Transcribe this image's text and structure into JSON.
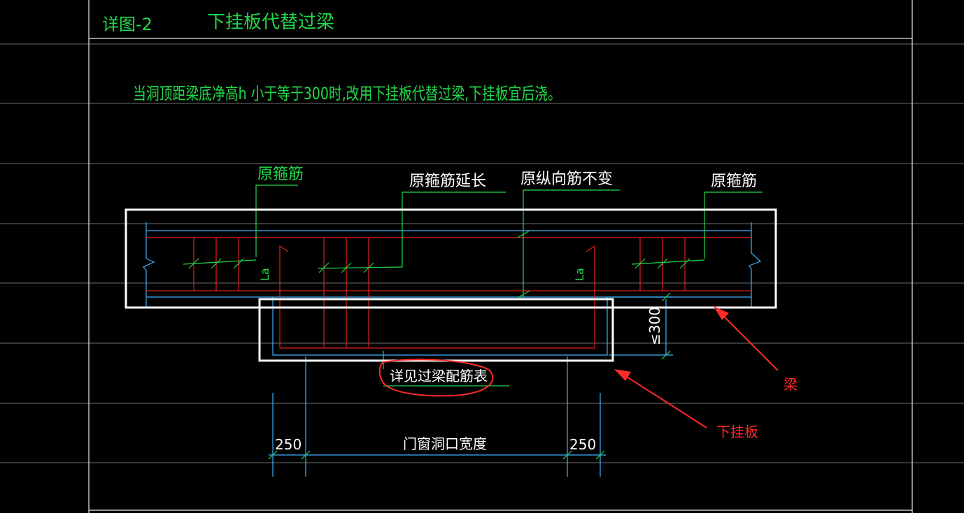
{
  "title": {
    "detail_label": "详图-2",
    "name": "下挂板代替过梁"
  },
  "note": "当洞顶距梁底净高h 小于等于300时,改用下挂板代替过梁,下挂板宜后浇。",
  "callouts": {
    "left_stirrup": "原箍筋",
    "stirrup_extension": "原箍筋延长",
    "longitudinal_unchanged": "原纵向筋不变",
    "right_stirrup": "原箍筋",
    "anchorage_left": "La",
    "anchorage_right": "La",
    "lintel_table_ref": "详见过梁配筋表"
  },
  "dimensions": {
    "height_limit": "≤300",
    "left_width": "250",
    "opening_width": "门窗洞口宽度",
    "right_width": "250"
  },
  "annotations": {
    "beam": "梁",
    "hanging_plate": "下挂板"
  },
  "colors": {
    "text_green": "#22d94a",
    "line_cyan": "#3fb0ff",
    "rebar_red": "#e02020",
    "outline_white": "#ffffff",
    "annotation_red": "#ff2a2a",
    "border_white": "#e8e8e8",
    "grid_gray": "#6e6e6e"
  }
}
